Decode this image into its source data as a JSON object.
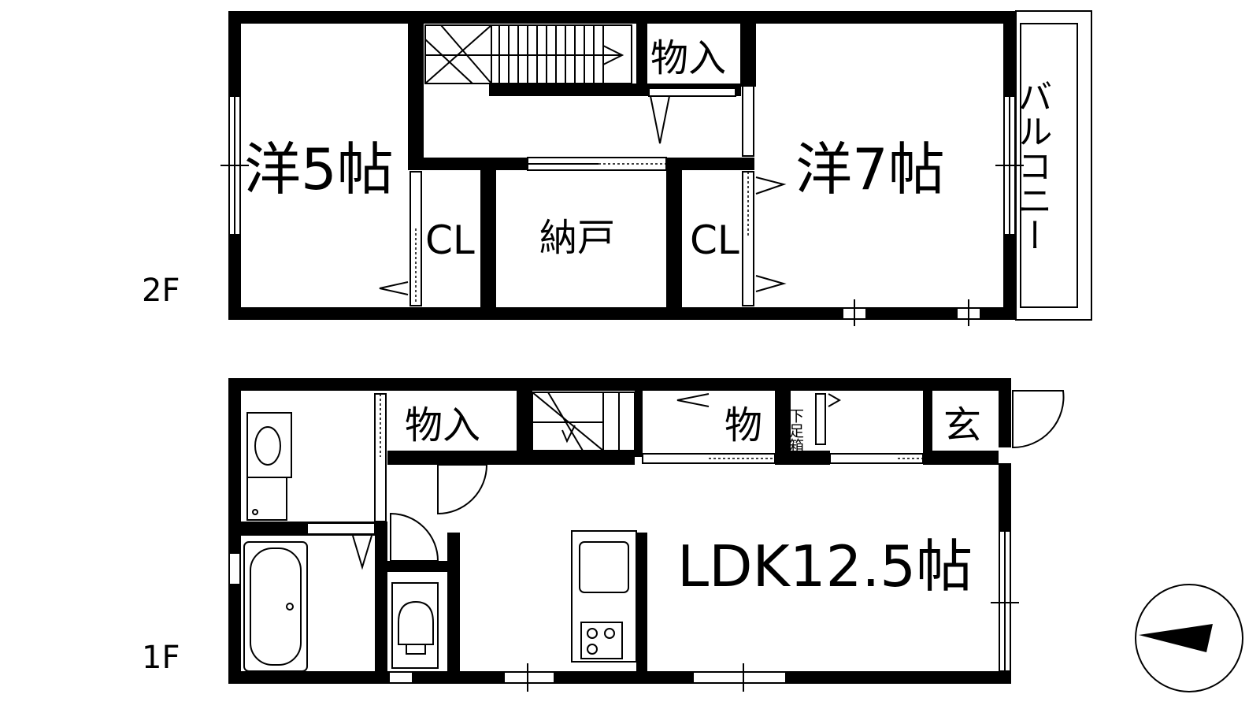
{
  "floors": {
    "second": {
      "label": "2F",
      "rooms": {
        "western_5": "洋5帖",
        "western_7": "洋7帖",
        "closet_left": "CL",
        "storeroom": "納戸",
        "closet_right": "CL",
        "storage": "物入",
        "balcony": "バルコニー"
      }
    },
    "first": {
      "label": "1F",
      "rooms": {
        "ldk": "LDK12.5帖",
        "storage_left": "物入",
        "storage_small": "物",
        "shoe_box": "下足箱",
        "entrance": "玄"
      }
    }
  },
  "compass": {
    "icon": "north-arrow-icon",
    "direction": "west"
  }
}
